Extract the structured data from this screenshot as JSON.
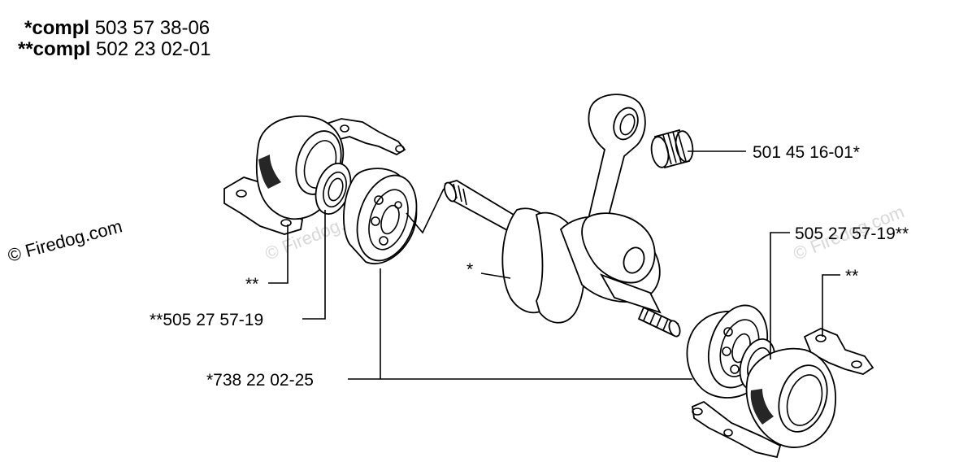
{
  "header": {
    "line1_prefix": "*compl",
    "line1_number": "503 57 38-06",
    "line2_prefix": "**compl",
    "line2_number": "502 23 02-01"
  },
  "callouts": {
    "needle_bearing": "501 45 16-01*",
    "right_seal": "505 27 57-19**",
    "right_housing": "**",
    "crankshaft": "*",
    "left_housing": "**",
    "left_seal": "**505 27 57-19",
    "ball_bearings": "*738 22 02-25"
  },
  "watermark": {
    "text": "© Firedog.com"
  }
}
